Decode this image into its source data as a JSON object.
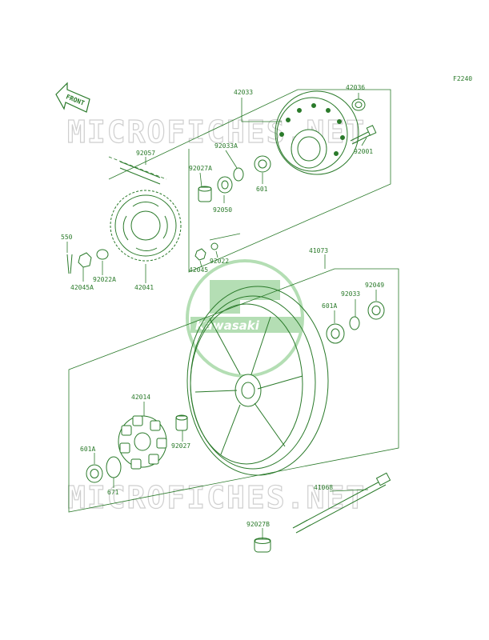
{
  "diagram": {
    "figure_code": "F2240",
    "front_label": "FRONT",
    "watermark_text": "MICROFICHES.NET",
    "logo_text": "Kawasaki",
    "line_color": "#2a7a2a",
    "parts": [
      {
        "id": "p42033",
        "label": "42033"
      },
      {
        "id": "p42036",
        "label": "42036"
      },
      {
        "id": "p92033A",
        "label": "92033A"
      },
      {
        "id": "p92001",
        "label": "92001"
      },
      {
        "id": "p92057",
        "label": "92057"
      },
      {
        "id": "p92027A",
        "label": "92027A"
      },
      {
        "id": "p601",
        "label": "601"
      },
      {
        "id": "p92050",
        "label": "92050"
      },
      {
        "id": "p550",
        "label": "550"
      },
      {
        "id": "p92022A",
        "label": "92022A"
      },
      {
        "id": "p42045A",
        "label": "42045A"
      },
      {
        "id": "p42041",
        "label": "42041"
      },
      {
        "id": "p92022",
        "label": "92022"
      },
      {
        "id": "p42045",
        "label": "42045"
      },
      {
        "id": "p41073",
        "label": "41073"
      },
      {
        "id": "p92033",
        "label": "92033"
      },
      {
        "id": "p92049",
        "label": "92049"
      },
      {
        "id": "p601A_1",
        "label": "601A"
      },
      {
        "id": "p42014",
        "label": "42014"
      },
      {
        "id": "p92027",
        "label": "92027"
      },
      {
        "id": "p601A_2",
        "label": "601A"
      },
      {
        "id": "p671",
        "label": "671"
      },
      {
        "id": "p41068",
        "label": "41068"
      },
      {
        "id": "p92027B",
        "label": "92027B"
      }
    ]
  }
}
